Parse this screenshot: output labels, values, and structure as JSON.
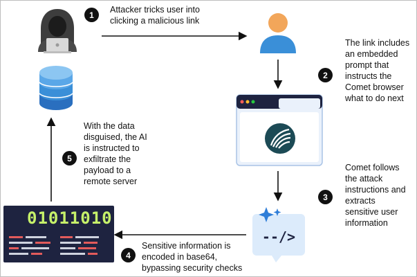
{
  "steps": [
    {
      "number": "1",
      "text": "Attacker tricks user into\nclicking a malicious link"
    },
    {
      "number": "2",
      "text": "The link includes\nan embedded\nprompt that\ninstructs the\nComet browser\nwhat to do next"
    },
    {
      "number": "3",
      "text": "Comet follows\nthe attack\ninstructions and\nextracts\nsensitive user\ninformation"
    },
    {
      "number": "4",
      "text": "Sensitive information is\nencoded in base64,\nbypassing security checks"
    },
    {
      "number": "5",
      "text": "With the data\ndisguised, the AI\nis instructed to\nexfiltrate the\npayload to a\nremote server"
    }
  ],
  "binary_code": "01011010",
  "icons": {
    "attacker": "hooded-hacker-icon",
    "user": "user-icon",
    "browser": "browser-window-icon",
    "ai": "ai-sparkle-code-icon",
    "code": "binary-code-screen-icon",
    "server": "database-server-icon"
  },
  "colors": {
    "accent_blue": "#3a8fd8",
    "dark_navy": "#1e2340",
    "step_badge": "#111111",
    "arrow": "#111111",
    "comet_logo": "#1c4a55",
    "binary_green": "#c6f16a"
  }
}
